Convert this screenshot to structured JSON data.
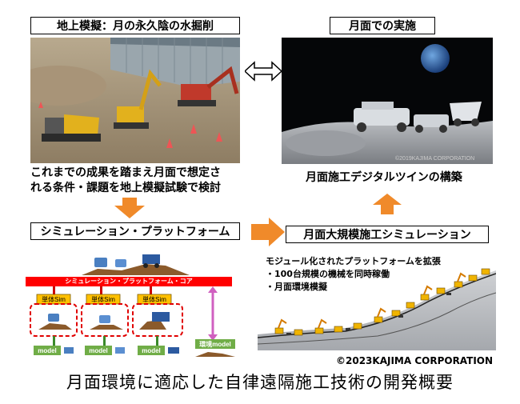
{
  "top_left": {
    "label": "地上模擬：月の永久陰の水掘削",
    "caption_line1": "これまでの成果を踏まえ月面で想定さ",
    "caption_line2": "れる条件・課題を地上模擬試験で検討"
  },
  "top_right": {
    "label": "月面での実施",
    "photo_copyright": "©2019KAJIMA CORPORATION",
    "caption": "月面施工デジタルツインの構築"
  },
  "mid_left": {
    "label": "シミュレーション・プラットフォーム",
    "core_bar": "シミュレーション・プラットフォーム・コア",
    "unit_sim": [
      "単体Sim",
      "単体Sim",
      "単体Sim"
    ],
    "model_labels": [
      "model",
      "model",
      "model"
    ],
    "env_model": "環境model"
  },
  "mid_right": {
    "label": "月面大規模施工シミュレーション",
    "desc_line1": "モジュール化されたプラットフォームを拡張",
    "desc_line2": "・100台規模の機械を同時稼働",
    "desc_line3": "・月面環境模擬"
  },
  "copyright": "©2023KAJIMA CORPORATION",
  "footer_title": "月面環境に適応した自律遠隔施工技術の開発概要",
  "colors": {
    "accent_orange": "#F08A2A",
    "core_red": "#FF0000",
    "sim_yellow": "#FFC000",
    "model_green": "#70AD47",
    "dash_red": "#E00000",
    "env_pink": "#D060C0"
  }
}
